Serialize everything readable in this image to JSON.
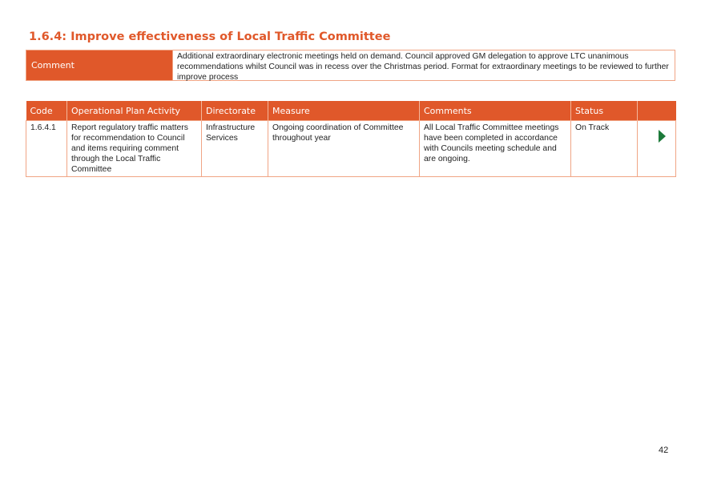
{
  "heading": "1.6.4: Improve effectiveness of Local Traffic Committee",
  "comment": {
    "label": "Comment",
    "text": "Additional extraordinary electronic meetings held on demand. Council approved GM delegation to approve LTC unanimous recommendations whilst Council was in recess over the Christmas period. Format for extraordinary meetings to be reviewed to further improve process"
  },
  "table": {
    "headers": [
      "Code",
      "Operational Plan Activity",
      "Directorate",
      "Measure",
      "Comments",
      "Status",
      ""
    ],
    "rows": [
      {
        "code": "1.6.4.1",
        "activity": "Report regulatory traffic matters for recommendation to Council and items requiring comment through the Local Traffic Committee",
        "directorate": "Infrastructure Services",
        "measure": "Ongoing coordination of Committee throughout year",
        "comments": "All Local Traffic Committee meetings have been completed in accordance with Councils meeting schedule and are ongoing.",
        "status": "On Track",
        "status_icon": "play-arrow-icon",
        "status_color": "#1c7a3a"
      }
    ]
  },
  "colors": {
    "accent": "#e0582a",
    "border": "#f0a585",
    "status_green": "#1c7a3a"
  },
  "page_number": "42"
}
